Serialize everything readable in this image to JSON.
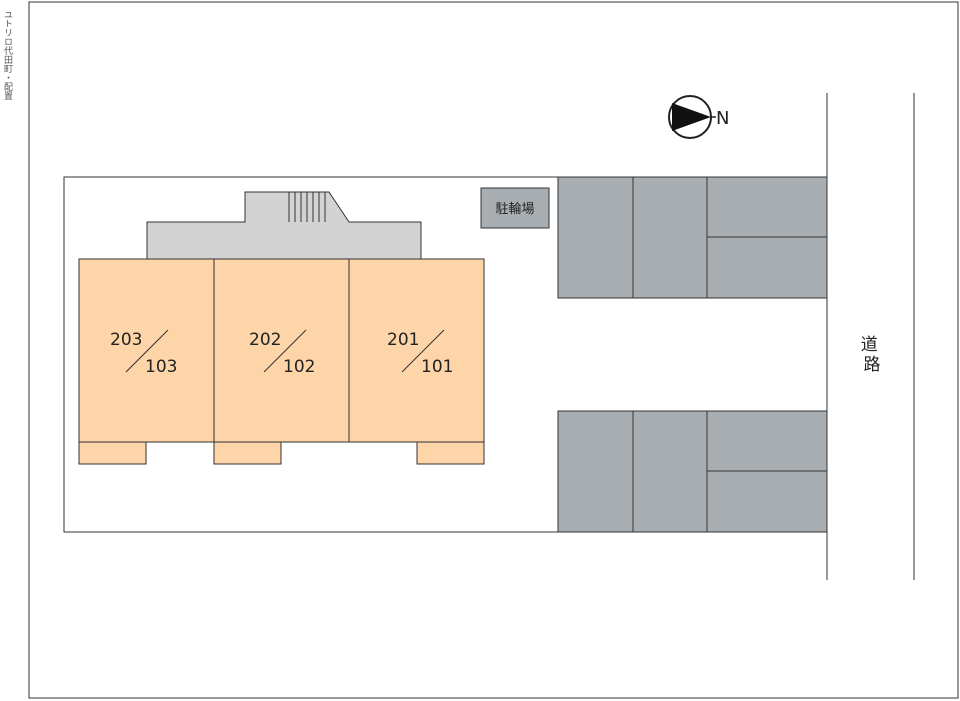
{
  "side_caption": "ユトリロ代田町・配置",
  "bicycle_parking": "駐輪場",
  "road": "道\n路",
  "compass": {
    "label": "N"
  },
  "units": [
    {
      "upper": "203",
      "lower": "103"
    },
    {
      "upper": "202",
      "lower": "102"
    },
    {
      "upper": "201",
      "lower": "101"
    }
  ],
  "colors": {
    "unit_fill": "#fdd5a8",
    "common_fill": "#d3d3d3",
    "parking_fill": "#a8adb2",
    "line": "#333333"
  }
}
